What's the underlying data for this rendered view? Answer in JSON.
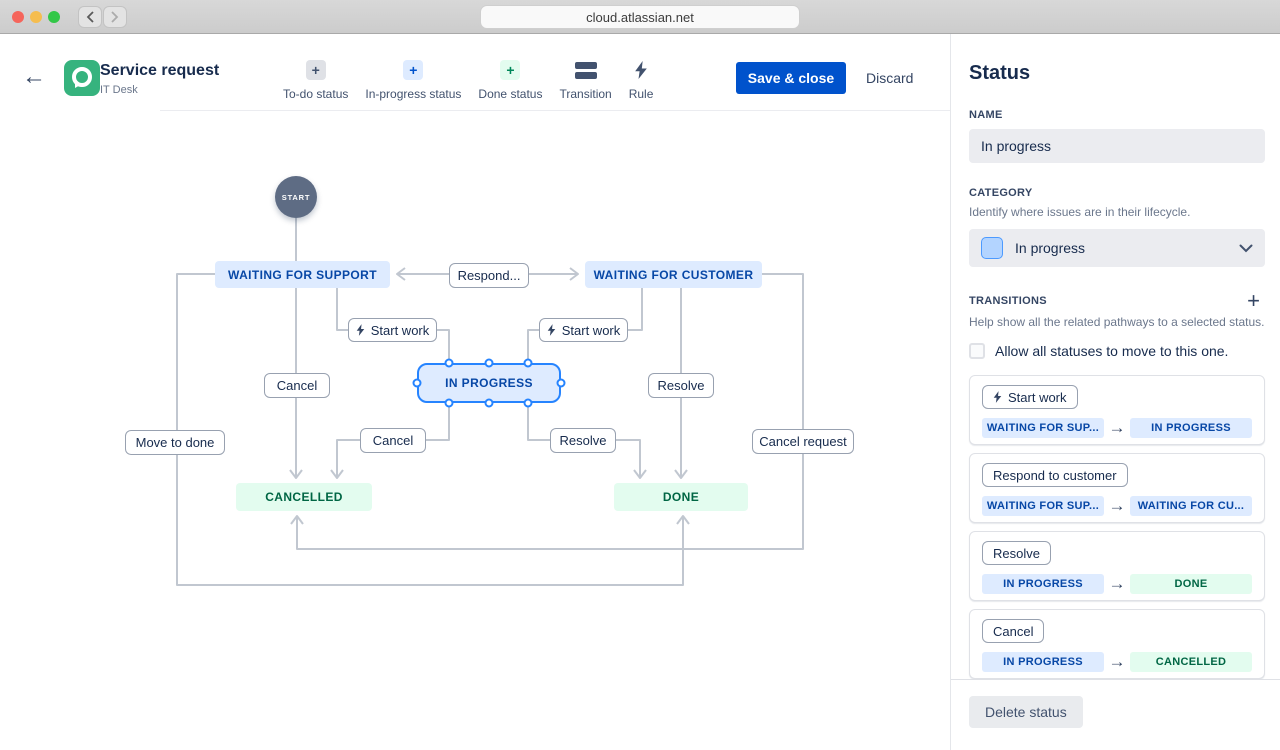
{
  "browser": {
    "url": "cloud.atlassian.net"
  },
  "header": {
    "title": "Service request",
    "subtitle": "IT Desk",
    "toolbar": {
      "items": [
        {
          "label": "To-do status"
        },
        {
          "label": "In-progress status"
        },
        {
          "label": "Done status"
        },
        {
          "label": "Transition"
        },
        {
          "label": "Rule"
        }
      ],
      "save_label": "Save & close",
      "discard_label": "Discard"
    }
  },
  "diagram": {
    "start": "START",
    "nodes": {
      "waiting_support": "WAITING FOR SUPPORT",
      "waiting_customer": "WAITING FOR CUSTOMER",
      "in_progress": "IN PROGRESS",
      "cancelled": "CANCELLED",
      "done": "DONE"
    },
    "labels": {
      "respond": "Respond...",
      "start_work": "Start work",
      "cancel": "Cancel",
      "resolve": "Resolve",
      "cancel_request": "Cancel request",
      "move_to_done": "Move to done"
    }
  },
  "sidebar": {
    "title": "Status",
    "name": {
      "label": "NAME",
      "value": "In progress"
    },
    "category": {
      "label": "CATEGORY",
      "desc": "Identify where issues are in their lifecycle.",
      "value": "In progress"
    },
    "transitions": {
      "label": "TRANSITIONS",
      "desc": "Help show all the related pathways to a selected status.",
      "allow_all": "Allow all statuses to move to this one.",
      "cards": [
        {
          "name": "Start work",
          "from": "WAITING FOR SUP...",
          "to": "IN PROGRESS"
        },
        {
          "name": "Respond to customer",
          "from": "WAITING FOR SUP...",
          "to": "WAITING FOR CU..."
        },
        {
          "name": "Resolve",
          "from": "IN PROGRESS",
          "to": "DONE"
        },
        {
          "name": "Cancel",
          "from": "IN PROGRESS",
          "to": "CANCELLED"
        }
      ]
    },
    "delete_label": "Delete status"
  },
  "colors": {
    "accent_blue": "#0052CC",
    "status_blue_bg": "#DEEBFF",
    "status_blue_text": "#0747A6",
    "status_green_bg": "#E3FCEF",
    "status_green_text": "#006644",
    "selection_blue": "#2684FF",
    "edge_gray": "#C1C7D0",
    "start_node_bg": "#5E6C84"
  }
}
